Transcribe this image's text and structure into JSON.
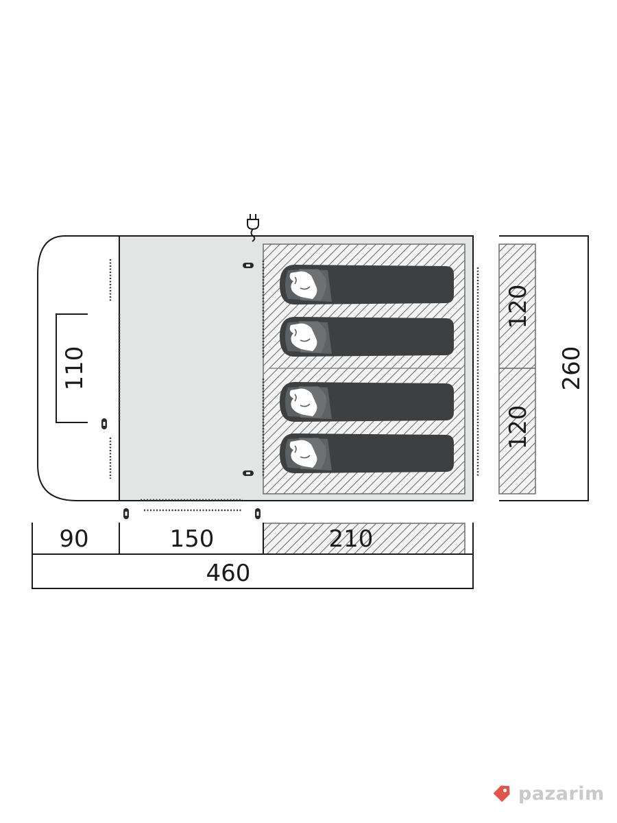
{
  "dimensions": {
    "vestibule_depth": "90",
    "living_depth": "150",
    "bedroom_depth": "210",
    "total_length": "460",
    "canopy_width": "110",
    "bedroom_upper_width": "120",
    "bedroom_lower_width": "120",
    "total_width": "260"
  },
  "icons": {
    "power": "power-plug-icon",
    "sleeping_bag": "sleeping-bag-icon",
    "watermark": "price-tag-icon"
  },
  "colors": {
    "outline": "#1a1a1a",
    "living_area": "#e3e5e4",
    "bedroom_area": "#eceeed",
    "sleeping_bag": "#3d3f40",
    "hatch": "#6d6d6d",
    "watermark_tag": "#e2554a",
    "watermark_text": "#c9c9c9"
  },
  "watermark": {
    "text": "pazarim"
  },
  "sleeping_bag_count": 4
}
